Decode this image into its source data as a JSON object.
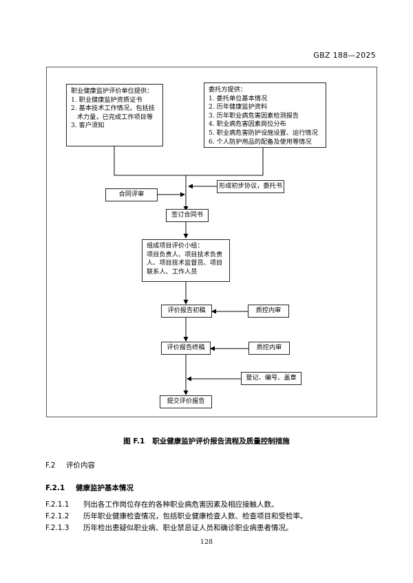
{
  "header": "GBZ  188—2025",
  "flow": {
    "box_a": {
      "title": "职业健康监护评价单位提供：",
      "items": [
        "1. 职业健康监护资质证书",
        "2. 基本技术工作情况，包括技",
        "   术力量，已完成工作项目等",
        "3. 客户须知"
      ]
    },
    "box_b": {
      "title": "委托方提供：",
      "items": [
        "1. 委托单位基本情况",
        "2. 历年健康监护资料",
        "3. 历年职业病危害因素检测报告",
        "4. 职业病危害因素岗位分布",
        "5. 职业病危害防护设施设置、运行情况",
        "6. 个人防护用品的配备及使用等情况"
      ]
    },
    "contract_review": "合同评审",
    "agreement": "形成初步协议，委托书",
    "sign_contract": "签订合同书",
    "team": {
      "title": "组成项目评价小组：",
      "items": [
        "项目负责人、项目技术负责",
        "人、项目技术监督员、项目",
        "联系人、工作人员"
      ]
    },
    "draft": "评价报告初稿",
    "qc1": "质控内审",
    "final": "评价报告终稿",
    "qc2": "质控内审",
    "register": "登记、编号、盖章",
    "submit": "提交评价报告"
  },
  "caption": "图 F.1   职业健康监护评价报告流程及质量控制措施",
  "section": {
    "num": "F.2",
    "title": "评价内容"
  },
  "subsection": {
    "num": "F.2.1",
    "title": "健康监护基本情况"
  },
  "paragraphs": [
    {
      "num": "F.2.1.1",
      "text": "列出各工作岗位存在的各种职业病危害因素及相应接触人数。"
    },
    {
      "num": "F.2.1.2",
      "text": "历年职业健康检查情况，包括职业健康检查人数、检查项目和受检率。"
    },
    {
      "num": "F.2.1.3",
      "text": "历年检出患疑似职业病、职业禁忌证人员和确诊职业病患者情况。"
    }
  ],
  "page_number": "128"
}
